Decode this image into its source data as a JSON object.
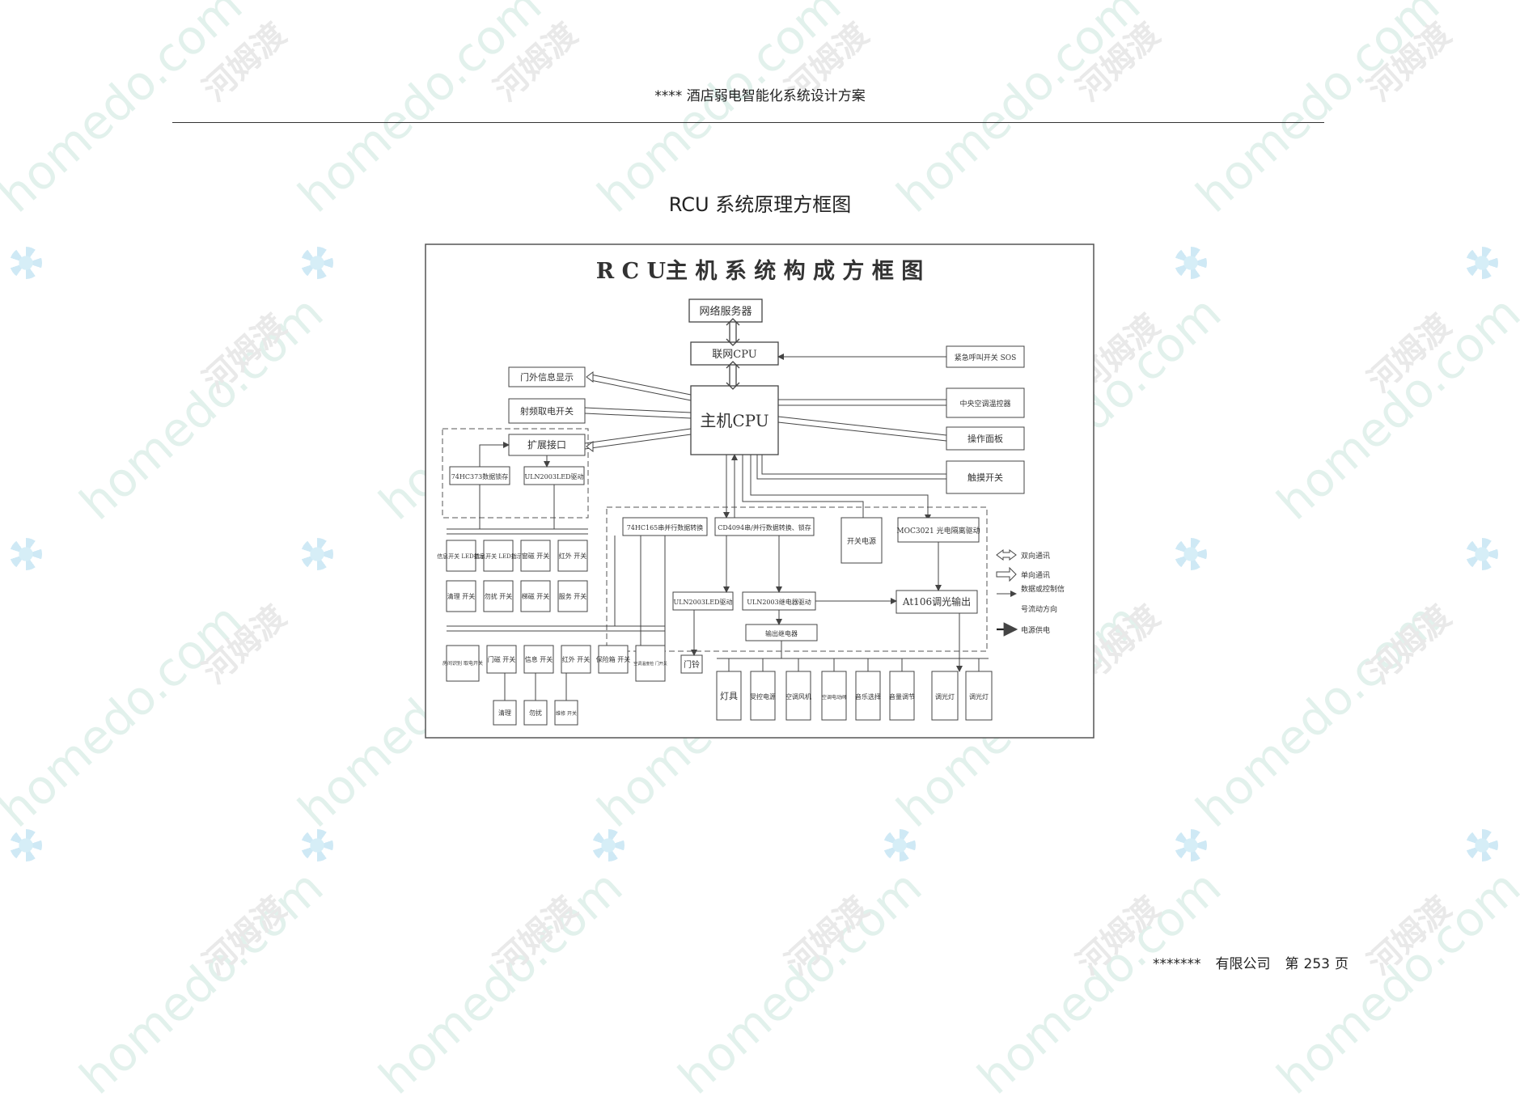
{
  "header": {
    "title": "**** 酒店弱电智能化系统设计方案"
  },
  "caption": "RCU 系统原理方框图",
  "figure": {
    "title": "R C U主 机 系 统 构 成 方 框 图",
    "blocks": {
      "network_server": "网络服务器",
      "network_cpu": "联网CPU",
      "main_cpu": "主机CPU",
      "door_display": "门外信息显示",
      "rf_switch": "射频取电开关",
      "expand_port": "扩展接口",
      "hc373": "74HC373数据锁存",
      "uln_led1": "ULN2003LED驱动",
      "emergency": "紧急呼叫开关 SOS",
      "central_ac": "中央空调温控器",
      "op_panel": "操作面板",
      "touch_switch": "触摸开关",
      "hc165": "74HC165串并行数据转换",
      "cd4094": "CD4094串/并行数据转换、锁存",
      "switch_power": "开关电源",
      "moc3021": "MOC3021 光电隔离驱动",
      "uln_led2": "ULN2003LED驱动",
      "uln_relay": "ULN2003继电器驱动",
      "output_relay": "输出继电器",
      "at106": "At106调光输出",
      "door_bell": "门铃",
      "pi_1": "信息开关 LED指示",
      "pi_2": "信息开关 LED指示",
      "pi_3": "窗磁 开关",
      "pi_4": "红外 开关",
      "pi_5": "清理 开关",
      "pi_6": "勿扰 开关",
      "pi_7": "梯磁 开关",
      "pi_8": "服务 开关",
      "bi_1": "房间识别 取电开关",
      "bi_2": "门磁 开关",
      "bi_3": "信息 开关",
      "bi_4": "红外 开关",
      "bi_5": "保险箱 开关",
      "bi_6": "空调温度检 门开关",
      "bt_1": "清理",
      "bt_2": "勿扰",
      "bt_3": "维修 开关",
      "out_1": "灯具",
      "out_2": "受控电源",
      "out_3": "空调风机",
      "out_4": "空调电动阀",
      "out_5": "音乐选择",
      "out_6": "音量调节",
      "out_7": "调光灯",
      "out_8": "调光灯"
    },
    "legend": {
      "two_way": "双向通讯",
      "one_way": "单向通讯",
      "control_1": "数据或控制信",
      "control_2": "号流动方向",
      "power": "电源供电"
    }
  },
  "footer": {
    "stars": "*******",
    "company": "有限公司",
    "page_prefix": "第",
    "page_number": "253",
    "page_suffix": "页"
  },
  "watermark": {
    "site": "homedo.com",
    "brand": "河姆渡"
  },
  "colors": {
    "watermark_green": "#e2f1ec",
    "watermark_blue": "#cfe9f5",
    "ink": "#333333"
  }
}
